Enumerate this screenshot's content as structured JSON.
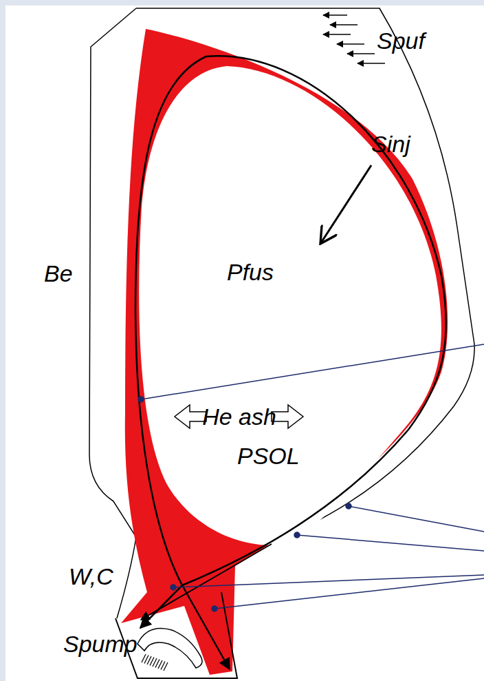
{
  "diagram": {
    "labels": [
      "Spuf",
      "Sinj",
      "Be",
      "Pfus",
      "He ash",
      "PSOL",
      "W,C",
      "Spump"
    ]
  }
}
